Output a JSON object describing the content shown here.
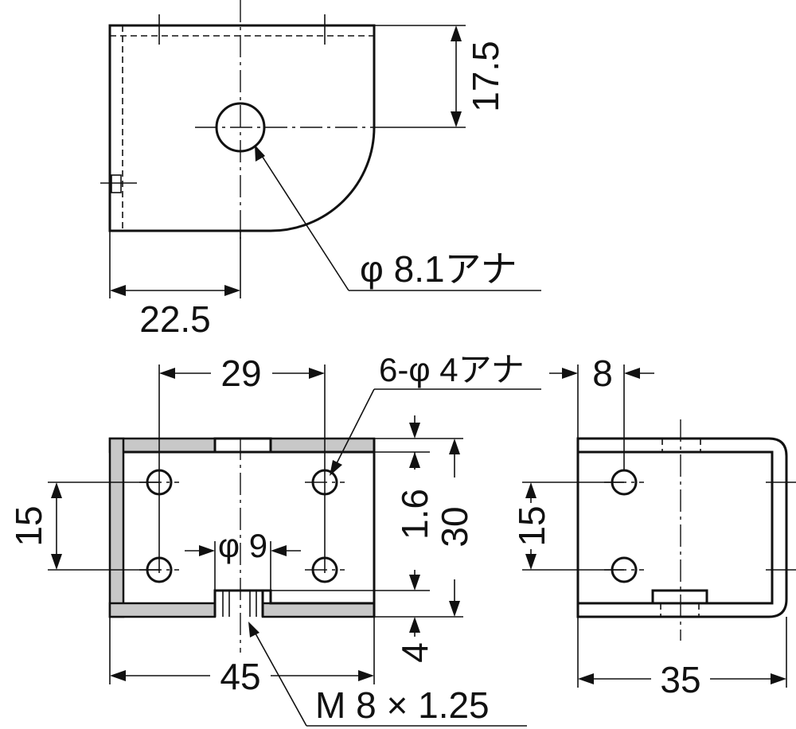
{
  "top_view": {
    "hole_label": "φ 8.1アナ",
    "dim_width": "22.5",
    "dim_height": "17.5"
  },
  "front_view": {
    "dim_hole_pitch_x": "29",
    "hole_label": "6-φ 4アナ",
    "dim_hole_pitch_y": "15",
    "dim_slot": "φ 9",
    "dim_thickness": "1.6",
    "dim_height": "30",
    "dim_bottom": "4",
    "dim_width": "45",
    "thread_label": "M 8 × 1.25"
  },
  "side_view": {
    "dim_offset": "8",
    "dim_hole_pitch_y": "15",
    "dim_width": "35"
  }
}
